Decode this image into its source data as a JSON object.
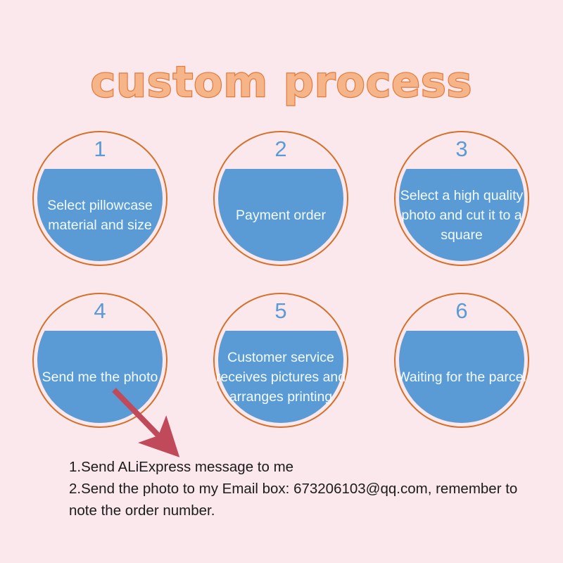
{
  "page": {
    "title": "custom process",
    "background_color": "#fbe8ec",
    "title_fill_color": "#f6b489",
    "title_outline_color": "#e2793a",
    "ring_color": "#d4702a",
    "fill_color": "#5b9bd5",
    "label_text_color": "#f2fbff",
    "arrow_color": "#c0495a"
  },
  "steps": [
    {
      "number": "1",
      "label": "Select pillowcase material and size"
    },
    {
      "number": "2",
      "label": "Payment order"
    },
    {
      "number": "3",
      "label": "Select a high quality photo and cut it to a square"
    },
    {
      "number": "4",
      "label": "Send me the photo"
    },
    {
      "number": "5",
      "label": "Customer service receives pictures and arranges printing"
    },
    {
      "number": "6",
      "label": "Waiting for the parcel"
    }
  ],
  "footnote": {
    "line1": "1.Send ALiExpress message to me",
    "line2": "2.Send the photo to my Email box: 673206103@qq.com, remember to note the order number."
  }
}
